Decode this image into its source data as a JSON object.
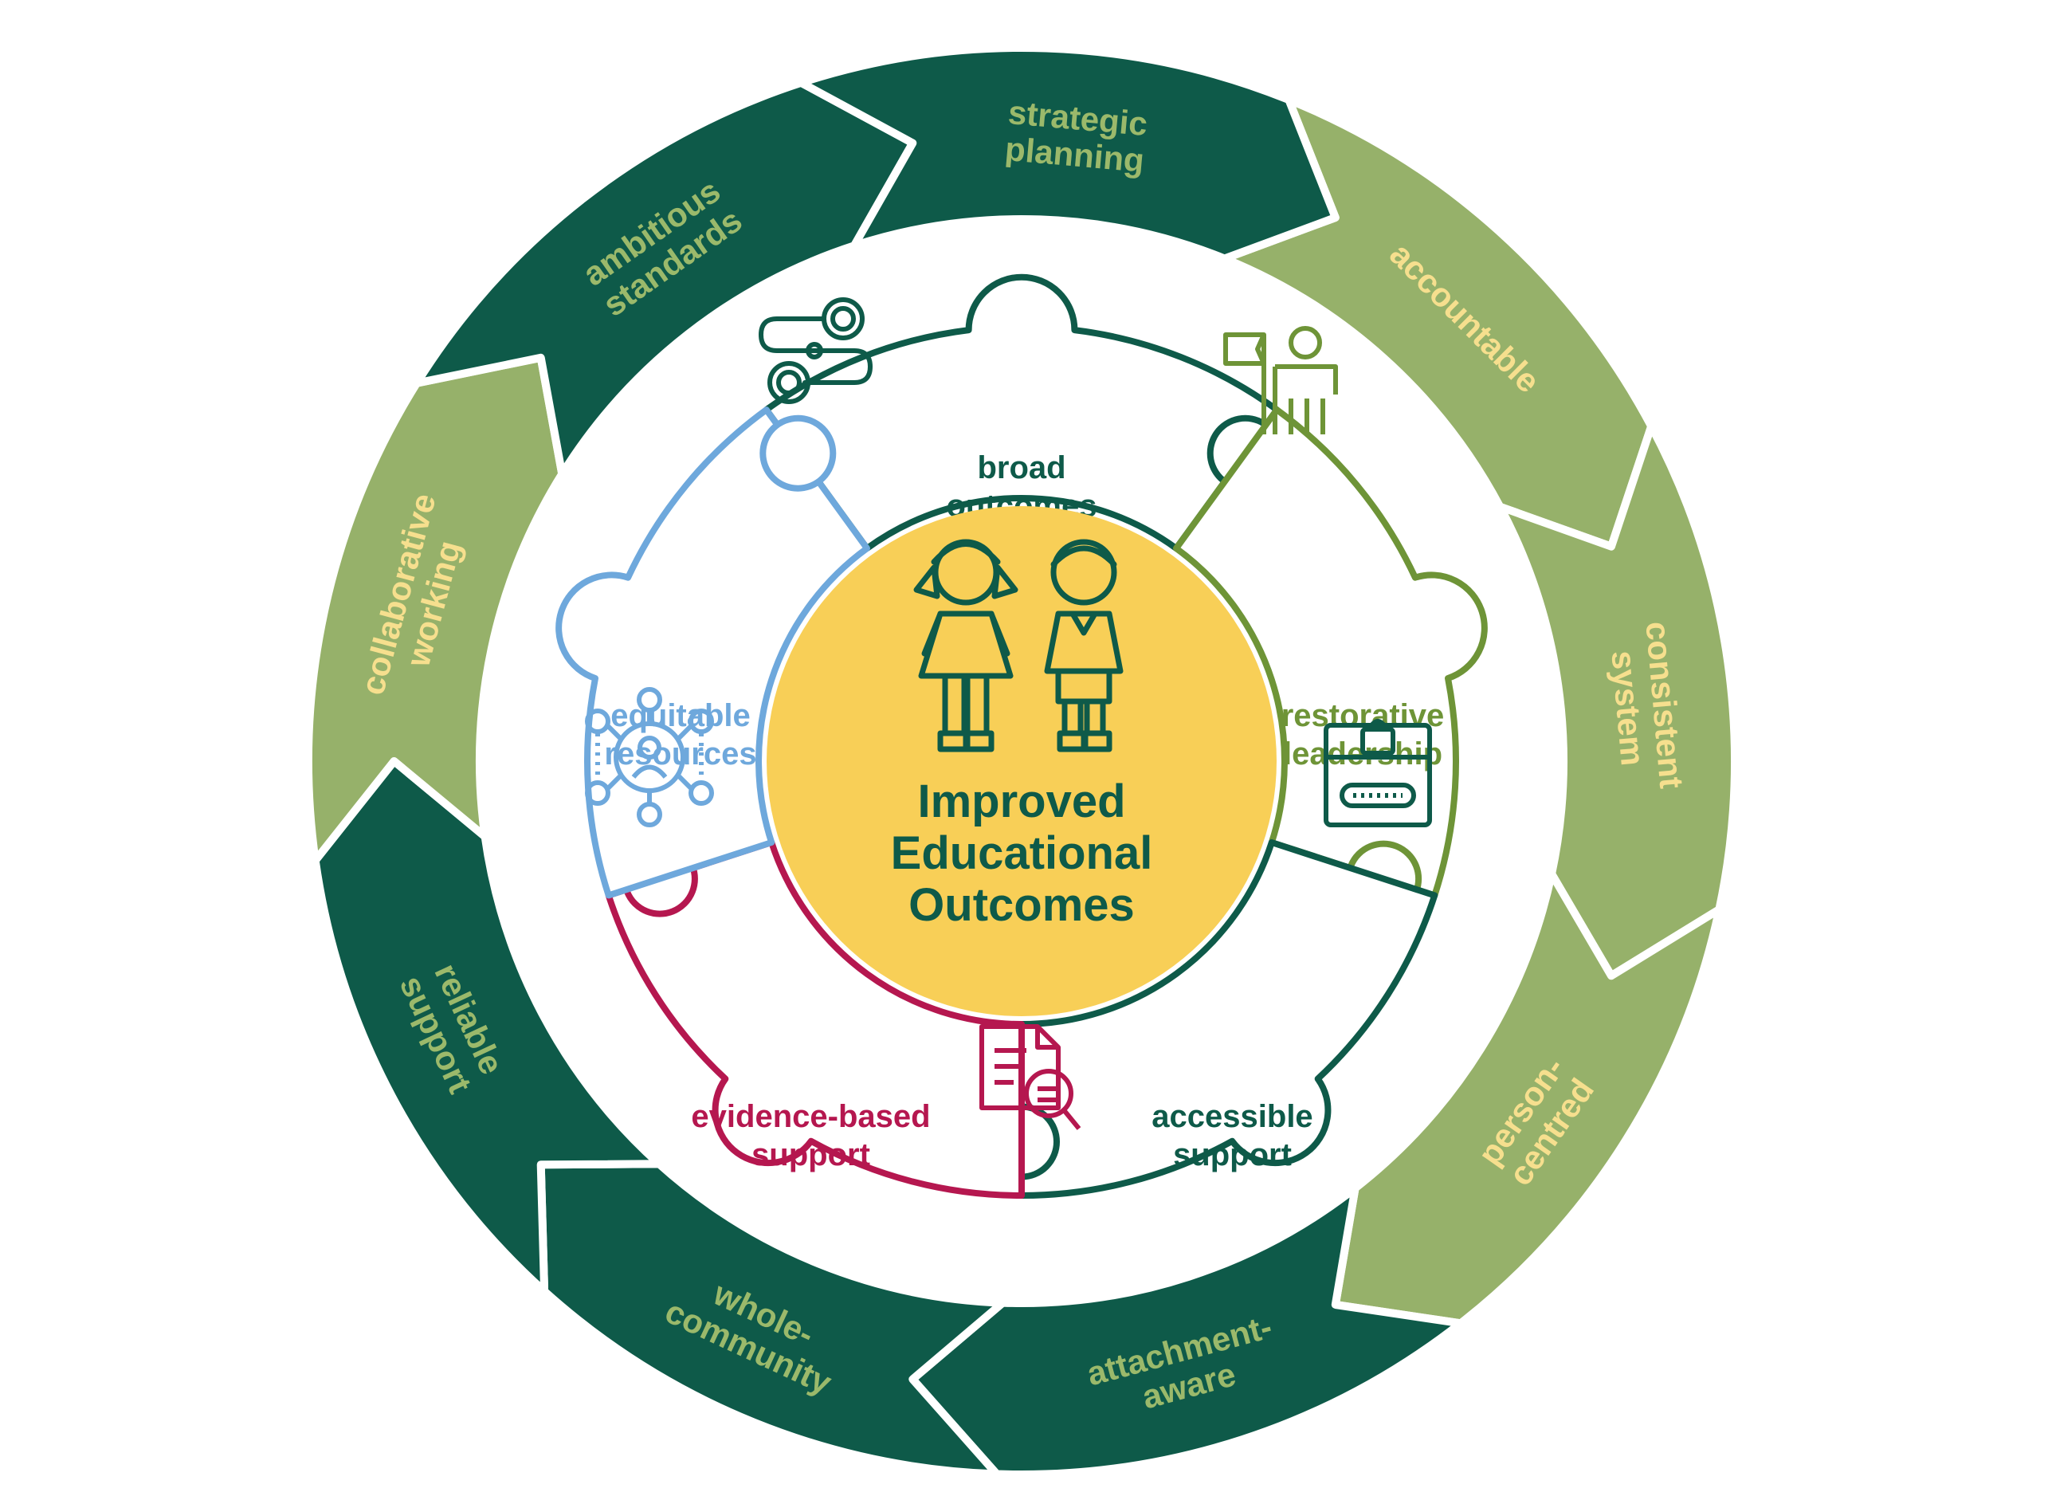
{
  "colors": {
    "dark_green": "#0e5a49",
    "light_green": "#96b16a",
    "pale_yellow": "#f6df8e",
    "pale_green": "#9bb96b",
    "olive": "#6e9437",
    "blue": "#6ea8dc",
    "crimson": "#b5174f",
    "gold": "#f7d04f",
    "center_fill": "#f8cf57"
  },
  "ring": {
    "segments": [
      {
        "lines": [
          "accountable"
        ],
        "shade": "light"
      },
      {
        "lines": [
          "consistent",
          "system"
        ],
        "shade": "light"
      },
      {
        "lines": [
          "person-",
          "centred"
        ],
        "shade": "light"
      },
      {
        "lines": [
          "attachment-",
          "aware"
        ],
        "shade": "dark"
      },
      {
        "lines": [
          "whole-",
          "community"
        ],
        "shade": "dark"
      },
      {
        "lines": [
          "reliable",
          "support"
        ],
        "shade": "dark"
      },
      {
        "lines": [
          "collaborative",
          "working"
        ],
        "shade": "light"
      },
      {
        "lines": [
          "ambitious",
          "standards"
        ],
        "shade": "dark"
      },
      {
        "lines": [
          "strategic",
          "planning"
        ],
        "shade": "dark"
      }
    ]
  },
  "pieces": [
    {
      "lines": [
        "broad",
        "outcomes"
      ],
      "icon": "path-route-icon",
      "color_key": "dark_green"
    },
    {
      "lines": [
        "restorative",
        "leadership"
      ],
      "icon": "person-with-flag-icon",
      "color_key": "olive"
    },
    {
      "lines": [
        "accessible",
        "support"
      ],
      "icon": "secure-login-icon",
      "color_key": "dark_green"
    },
    {
      "lines": [
        "evidence-based",
        "support"
      ],
      "icon": "document-search-icon",
      "color_key": "crimson"
    },
    {
      "lines": [
        "equitable",
        "resources"
      ],
      "icon": "network-person-icon",
      "color_key": "blue"
    }
  ],
  "center": {
    "lines": [
      "Improved",
      "Educational",
      "Outcomes"
    ],
    "icon": "children-icon"
  }
}
